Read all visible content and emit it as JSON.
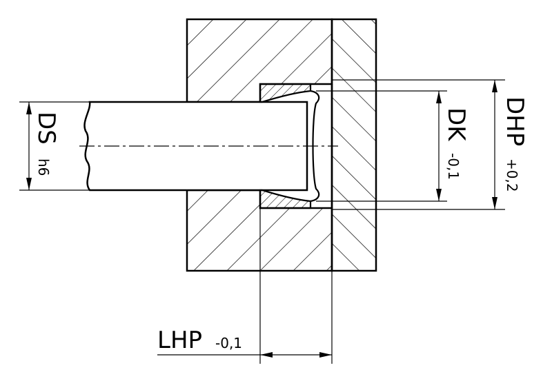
{
  "colors": {
    "line": "#000000",
    "background": "#ffffff"
  },
  "dimensions": {
    "ds": {
      "label": "DS",
      "tolerance": "h6"
    },
    "dk": {
      "label": "DK",
      "tolerance": "-0,1"
    },
    "dhp": {
      "label": "DHP",
      "tolerance": "+0,2"
    },
    "lhp": {
      "label": "LHP",
      "tolerance": "-0,1"
    }
  }
}
